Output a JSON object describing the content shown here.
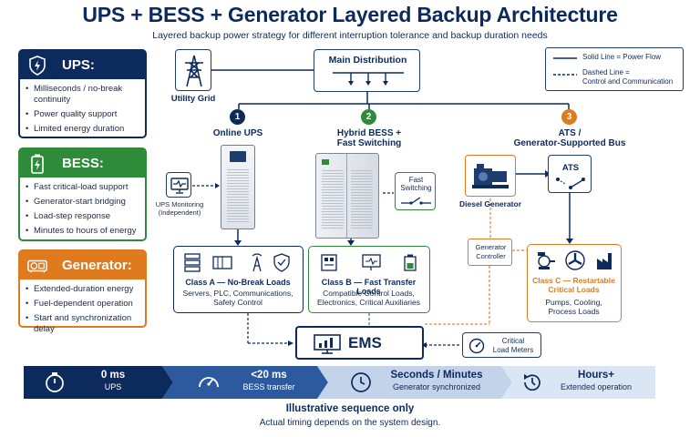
{
  "header": {
    "title": "UPS + BESS + Generator Layered Backup Architecture",
    "subtitle": "Layered backup power strategy for different interruption tolerance and backup duration needs"
  },
  "legend": {
    "solid": "Solid Line = Power Flow",
    "dashed_line1": "Dashed Line =",
    "dashed_line2": "Control and Communication"
  },
  "cards": {
    "ups": {
      "title": "UPS:",
      "color": "#0d2a5c",
      "items": [
        "Milliseconds / no-break continuity",
        "Power quality support",
        "Limited energy duration"
      ]
    },
    "bess": {
      "title": "BESS:",
      "color": "#2e8b3a",
      "items": [
        "Fast critical-load support",
        "Generator-start bridging",
        "Load-step response",
        "Minutes to hours of energy"
      ]
    },
    "generator": {
      "title": "Generator:",
      "color": "#e07a1f",
      "items": [
        "Extended-duration energy",
        "Fuel-dependent operation",
        "Start and synchronization delay"
      ]
    }
  },
  "diagram": {
    "utility_grid": "Utility Grid",
    "main_distribution": "Main Distribution",
    "online_ups_num": "1",
    "online_ups": "Online UPS",
    "hybrid_num": "2",
    "hybrid_l1": "Hybrid BESS +",
    "hybrid_l2": "Fast Switching",
    "ats_num": "3",
    "ats_l1": "ATS /",
    "ats_l2": "Generator-Supported Bus",
    "ups_monitoring_l1": "UPS Monitoring",
    "ups_monitoring_l2": "(Independent)",
    "fast_switching_l1": "Fast",
    "fast_switching_l2": "Switching",
    "diesel_generator": "Diesel Generator",
    "ats_box": "ATS",
    "generator_controller_l1": "Generator",
    "generator_controller_l2": "Controller",
    "class_a_title": "Class A — No-Break Loads",
    "class_a_l1": "Servers, PLC, Communications,",
    "class_a_l2": "Safety Control",
    "class_b_title": "Class B — Fast Transfer Loads",
    "class_b_l1": "Compatible Control Loads,",
    "class_b_l2": "Electronics, Critical Auxiliaries",
    "class_c_title_l1": "Class C — Restartable",
    "class_c_title_l2": "Critical Loads",
    "class_c_l1": "Pumps, Cooling,",
    "class_c_l2": "Process Loads",
    "ems": "EMS",
    "critical_meters_l1": "Critical",
    "critical_meters_l2": "Load Meters",
    "colors": {
      "navy": "#0d2a5c",
      "green": "#2e8b3a",
      "orange": "#e07a1f"
    }
  },
  "timeline": [
    {
      "value": "0 ms",
      "label": "UPS"
    },
    {
      "value": "<20 ms",
      "label": "BESS transfer"
    },
    {
      "value": "Seconds / Minutes",
      "label": "Generator synchronized"
    },
    {
      "value": "Hours+",
      "label": "Extended operation"
    }
  ],
  "footer": {
    "line1": "Illustrative sequence only",
    "line2": "Actual timing depends on the system design."
  }
}
